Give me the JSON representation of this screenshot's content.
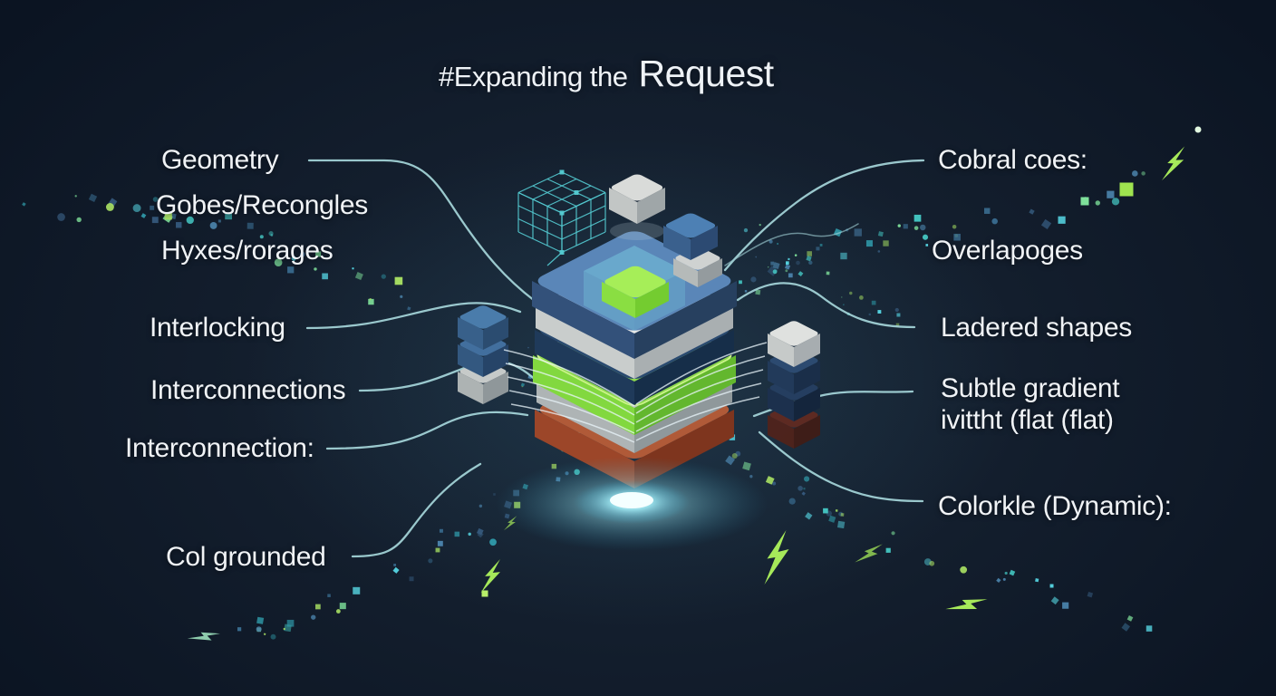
{
  "title": {
    "prefix": "#Expanding the",
    "emphasis": "Request"
  },
  "left_labels": [
    {
      "text": "Geometry"
    },
    {
      "text": "Gobes/Recongles"
    },
    {
      "text": "Hyxes/rorages"
    },
    {
      "text": "Interlocking"
    },
    {
      "text": "Interconnections"
    },
    {
      "text": "Interconnection:"
    },
    {
      "text": "Col grounded"
    }
  ],
  "right_labels": [
    {
      "text": "Cobral coes:"
    },
    {
      "text": "Overlapoges"
    },
    {
      "text": "Ladered shapes"
    },
    {
      "text": "Subtle gradient",
      "text2": "ivittht (flat (flat)"
    },
    {
      "text": "Colorkle (Dynamic):"
    }
  ],
  "icons": {
    "lightning_bolt": "zigzag-bolt",
    "wireframe_cube": "isometric-lattice"
  },
  "colors": {
    "background_center": "#1a2836",
    "background_edge": "#0b1422",
    "text": "#f0f3f6",
    "connector_line": "#a9dade",
    "lattice": "#54cbd2",
    "glow": "#9ff0fb",
    "bolt": "#a6e95a",
    "bolt_mint": "#a5ecc4",
    "streak": "#e9f6fb",
    "particle_palette": [
      "#45c8c4",
      "#58dbe8",
      "#7ee09a",
      "#a8e063",
      "#4a82aa",
      "#3a6e92",
      "#2f97a6",
      "#35597c"
    ]
  },
  "stack_layers": [
    {
      "name": "blue",
      "top": "#5a86b8",
      "left": "#33517a",
      "right": "#27405f"
    },
    {
      "name": "white",
      "top": "#e6e8e7",
      "left": "#c9cdcc",
      "right": "#a9afb1"
    },
    {
      "name": "navy",
      "top": "#2a4a70",
      "left": "#1f3a5a",
      "right": "#162e49"
    },
    {
      "name": "green",
      "top": "#8ed94e",
      "left": "#82d83f",
      "right": "#63b72e",
      "highlight": "#cdf48c"
    },
    {
      "name": "gray",
      "top": "#c2c7c7",
      "left": "#aeb4b5",
      "right": "#8f989b"
    },
    {
      "name": "red",
      "top": "#b05a38",
      "left": "#9c4629",
      "right": "#7e351e"
    }
  ],
  "inner_cube": {
    "glass": "#7ed8e6",
    "top": "#a6ee58",
    "left": "#8ade42",
    "right": "#74cc30"
  },
  "floating_cubes": [
    {
      "name": "gray-cube",
      "top": "#d9dbd9",
      "left": "#c2c6c5",
      "right": "#9fa6a8"
    },
    {
      "name": "blue-cube",
      "top": "#4d80b4",
      "left": "#3a608d",
      "right": "#2c4a72"
    },
    {
      "name": "small-gray-cube",
      "top": "#cfd2d1",
      "left": "#b5bab9",
      "right": "#949b9e"
    }
  ],
  "left_cube_stack": [
    {
      "top": "#4a7cab",
      "left": "#38608a",
      "right": "#2b4c70"
    },
    {
      "top": "#426f9e",
      "left": "#335880",
      "right": "#264468"
    },
    {
      "top": "#c6cac9",
      "left": "#adb3b3",
      "right": "#8f979a"
    }
  ],
  "right_cube_stack": [
    {
      "top": "#dfe1df",
      "left": "#c6cac9",
      "right": "#a7adb0"
    },
    {
      "top": "#2c4a70",
      "left": "#223a5a",
      "right": "#1a2e49"
    },
    {
      "top": "#253e60",
      "left": "#1c304d",
      "right": "#14253c"
    },
    {
      "top": "#6e2a1c",
      "left": "#5a2115",
      "right": "#471a10"
    }
  ]
}
